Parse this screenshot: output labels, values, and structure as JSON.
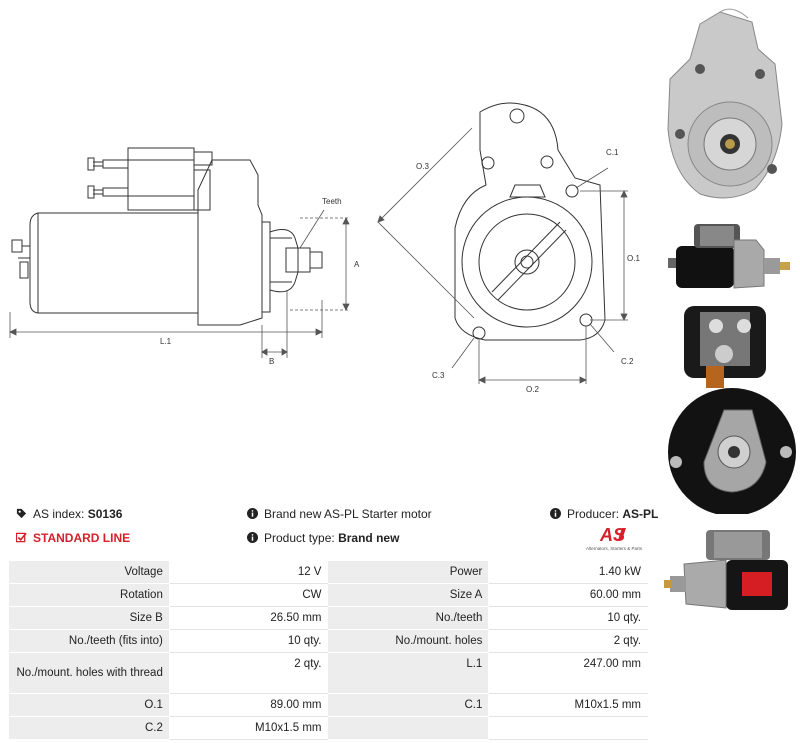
{
  "drawing_labels": {
    "teeth": "Teeth",
    "a": "A",
    "l1": "L.1",
    "b": "B",
    "o3": "O.3",
    "c1": "C.1",
    "o1": "O.1",
    "c2": "C.2",
    "c3": "C.3",
    "o2": "O.2"
  },
  "info": {
    "as_index_label": "AS index:",
    "as_index_value": "S0136",
    "description": "Brand new AS-PL Starter motor",
    "producer_label": "Producer:",
    "producer_value": "AS-PL",
    "line": "STANDARD LINE",
    "product_type_label": "Product type:",
    "product_type_value": "Brand new",
    "logo_text": "AS",
    "logo_tagline": "Alternators, Starters & Parts"
  },
  "specs": [
    {
      "label_a": "Voltage",
      "value_a": "12 V",
      "label_b": "Power",
      "value_b": "1.40 kW"
    },
    {
      "label_a": "Rotation",
      "value_a": "CW",
      "label_b": "Size A",
      "value_b": "60.00 mm"
    },
    {
      "label_a": "Size B",
      "value_a": "26.50 mm",
      "label_b": "No./teeth",
      "value_b": "10 qty."
    },
    {
      "label_a": "No./teeth (fits into)",
      "value_a": "10 qty.",
      "label_b": "No./mount. holes",
      "value_b": "2 qty."
    },
    {
      "label_a": "No./mount. holes with thread",
      "value_a": "2 qty.",
      "label_b": "L.1",
      "value_b": "247.00 mm"
    },
    {
      "label_a": "O.1",
      "value_a": "89.00 mm",
      "label_b": "C.1",
      "value_b": "M10x1.5 mm"
    },
    {
      "label_a": "C.2",
      "value_a": "M10x1.5 mm",
      "label_b": "",
      "value_b": ""
    }
  ]
}
